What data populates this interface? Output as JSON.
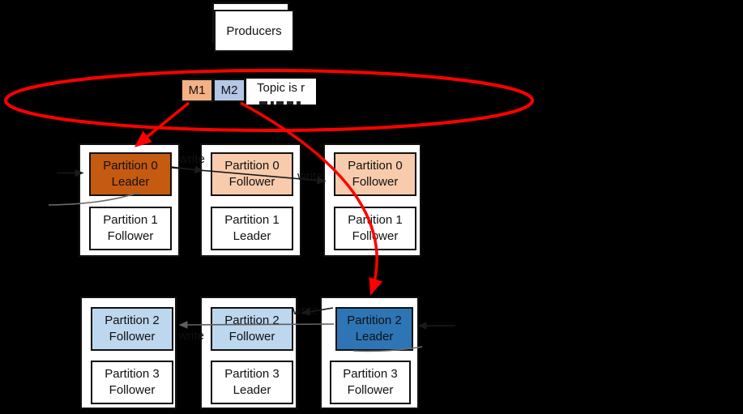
{
  "diagram": {
    "title_box": "Producers",
    "messages": [
      {
        "label": "M1",
        "color_key": "m1_orange"
      },
      {
        "label": "M2",
        "color_key": "m2_blue"
      }
    ],
    "topic_note": {
      "visible_text": "Topic is r"
    },
    "write_label": "write",
    "rows": [
      {
        "brokers": [
          {
            "partitions": [
              {
                "line1": "Partition 0",
                "line2": "Leader",
                "color_key": "leader_orange"
              },
              {
                "line1": "Partition 1",
                "line2": "Follower",
                "color_key": "white"
              }
            ]
          },
          {
            "partitions": [
              {
                "line1": "Partition 0",
                "line2": "Follower",
                "color_key": "follower_peach"
              },
              {
                "line1": "Partition 1",
                "line2": "Leader",
                "color_key": "white"
              }
            ]
          },
          {
            "partitions": [
              {
                "line1": "Partition 0",
                "line2": "Follower",
                "color_key": "follower_peach"
              },
              {
                "line1": "Partition 1",
                "line2": "Follower",
                "color_key": "white"
              }
            ]
          }
        ]
      },
      {
        "brokers": [
          {
            "partitions": [
              {
                "line1": "Partition 2",
                "line2": "Follower",
                "color_key": "follower_blue"
              },
              {
                "line1": "Partition 3",
                "line2": "Follower",
                "color_key": "white"
              }
            ]
          },
          {
            "partitions": [
              {
                "line1": "Partition 2",
                "line2": "Follower",
                "color_key": "follower_blue"
              },
              {
                "line1": "Partition 3",
                "line2": "Leader",
                "color_key": "white"
              }
            ]
          },
          {
            "partitions": [
              {
                "line1": "Partition 2",
                "line2": "Leader",
                "color_key": "leader_blue"
              },
              {
                "line1": "Partition 3",
                "line2": "Follower",
                "color_key": "white"
              }
            ]
          }
        ]
      }
    ]
  },
  "colors": {
    "m1_orange": "#F4B183",
    "m2_blue": "#B4C7E7",
    "leader_orange": "#C55A11",
    "follower_peach": "#F8CBAD",
    "follower_blue": "#BDD7EE",
    "leader_blue": "#2E75B6",
    "white": "#FFFFFF",
    "highlight_red": "#FF0000",
    "connector_black": "#1A1A1A",
    "connector_gray": "#5E5E5E",
    "background": "#000000"
  }
}
